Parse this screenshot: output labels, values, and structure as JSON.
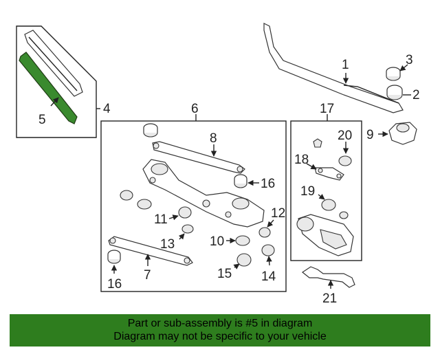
{
  "colors": {
    "highlight": "#3a8a2e",
    "banner_bg": "#2e7d1e",
    "outline": "#333333",
    "text": "#222222"
  },
  "callouts": {
    "c1": "1",
    "c2": "2",
    "c3": "3",
    "c4": "4",
    "c5": "5",
    "c6": "6",
    "c7": "7",
    "c8": "8",
    "c9": "9",
    "c10": "10",
    "c11": "11",
    "c12": "12",
    "c13": "13",
    "c14": "14",
    "c15": "15",
    "c16a": "16",
    "c16b": "16",
    "c17": "17",
    "c18": "18",
    "c19": "19",
    "c20": "20",
    "c21": "21"
  },
  "banner": {
    "line1": "Part or sub-assembly is #5 in diagram",
    "line2": "Diagram may not be specific to your vehicle"
  }
}
